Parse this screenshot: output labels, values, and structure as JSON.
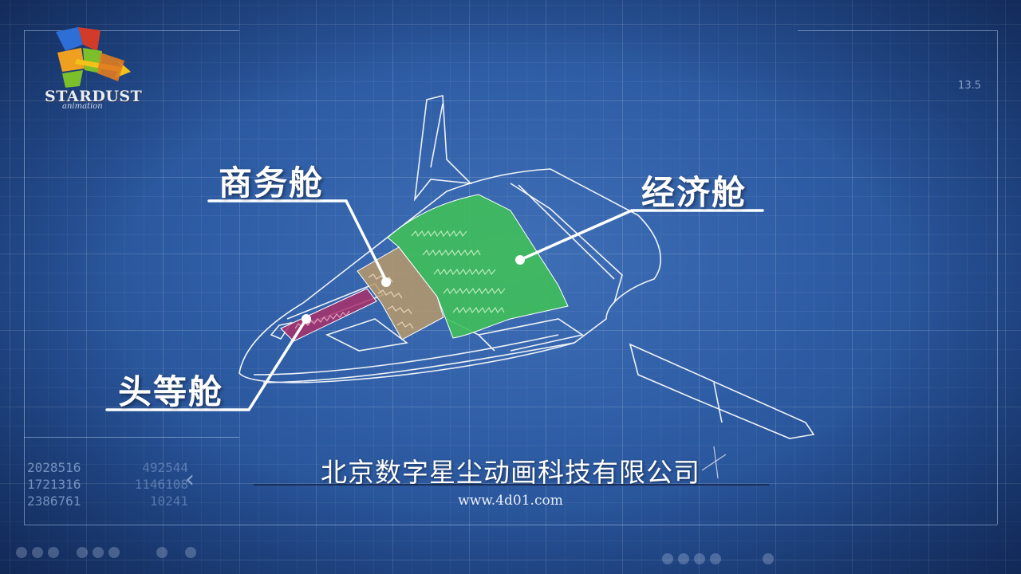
{
  "logo": {
    "name": "STARDUST",
    "sub": "animation"
  },
  "labels": {
    "business": "商务舱",
    "economy": "经济舱",
    "first": "头等舱"
  },
  "numbers": [
    [
      "2028516",
      "492544"
    ],
    [
      "1721316",
      "1146108"
    ],
    [
      "2386761",
      "10241"
    ]
  ],
  "ticker": "13.5",
  "company": "北京数字星尘动画科技有限公司",
  "url": "www.4d01.com",
  "colors": {
    "first_class": "#a8306a",
    "business_class": "#b89a6a",
    "economy_class": "#3fbf5a",
    "background": "#2f5ea6"
  }
}
